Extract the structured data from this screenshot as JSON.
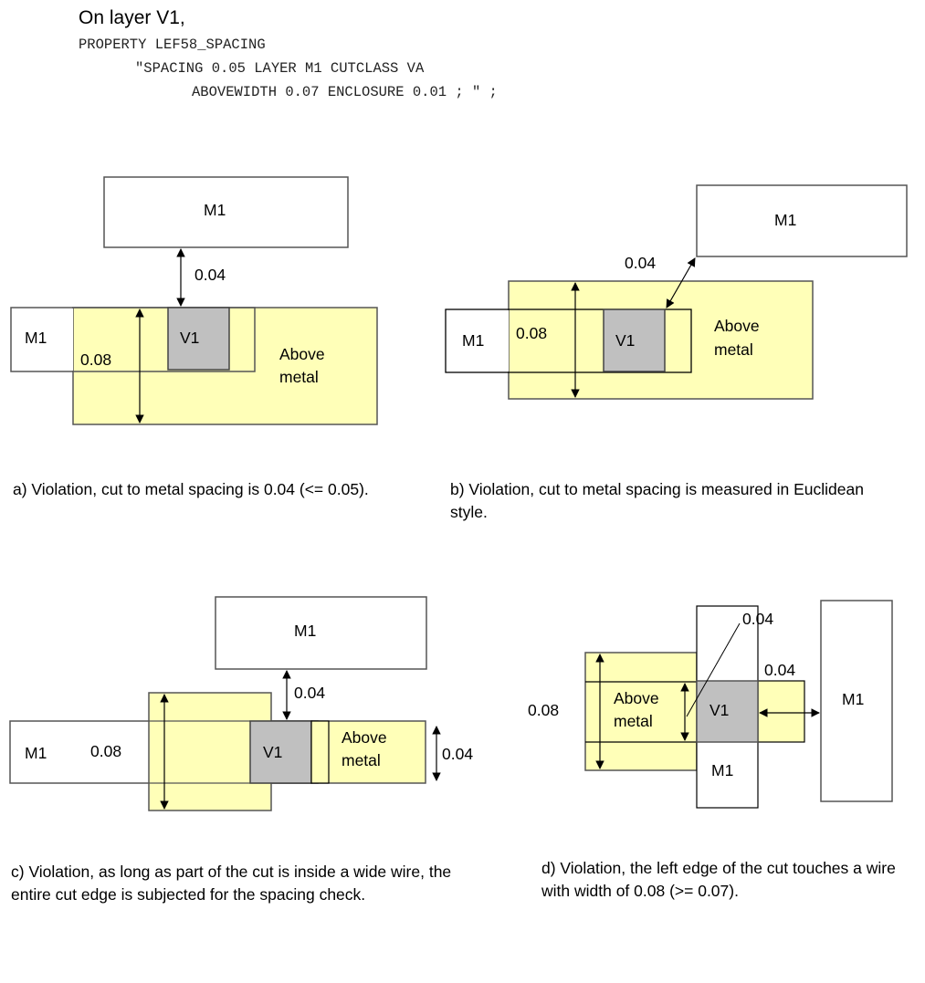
{
  "header": {
    "title": "On layer V1,",
    "code_lines": [
      "PROPERTY LEF58_SPACING",
      "\"SPACING 0.05 LAYER M1 CUTCLASS VA",
      "ABOVEWIDTH 0.07 ENCLOSURE 0.01 ; \" ;"
    ]
  },
  "colors": {
    "above_metal_fill": "#ffffb8",
    "cut_fill": "#c0c0c0",
    "outline": "#555555"
  },
  "panels": {
    "a": {
      "labels": {
        "m1_top": "M1",
        "m1_left": "M1",
        "v1": "V1",
        "spacing": "0.04",
        "width": "0.08",
        "above1": "Above",
        "above2": "metal"
      },
      "caption": "a)  Violation, cut to metal spacing is 0.04 (<= 0.05)."
    },
    "b": {
      "labels": {
        "m1_top": "M1",
        "m1_left": "M1",
        "v1": "V1",
        "spacing": "0.04",
        "width": "0.08",
        "above1": "Above",
        "above2": "metal"
      },
      "caption": "b) Violation, cut to metal spacing is measured in Euclidean style."
    },
    "c": {
      "labels": {
        "m1_top": "M1",
        "m1_left": "M1",
        "v1": "V1",
        "spacing": "0.04",
        "width": "0.08",
        "above1": "Above",
        "above2": "metal",
        "width2": "0.04"
      },
      "caption": "c) Violation, as long as part of the cut is inside a wide wire, the entire cut edge is subjected for the spacing check."
    },
    "d": {
      "labels": {
        "m1_right": "M1",
        "m1_bottom": "M1",
        "v1": "V1",
        "spacing": "0.04",
        "width_small": "0.04",
        "width": "0.08",
        "above1": "Above",
        "above2": "metal"
      },
      "caption": "d) Violation, the left edge of the cut touches a wire with width of 0.08 (>= 0.07)."
    }
  }
}
